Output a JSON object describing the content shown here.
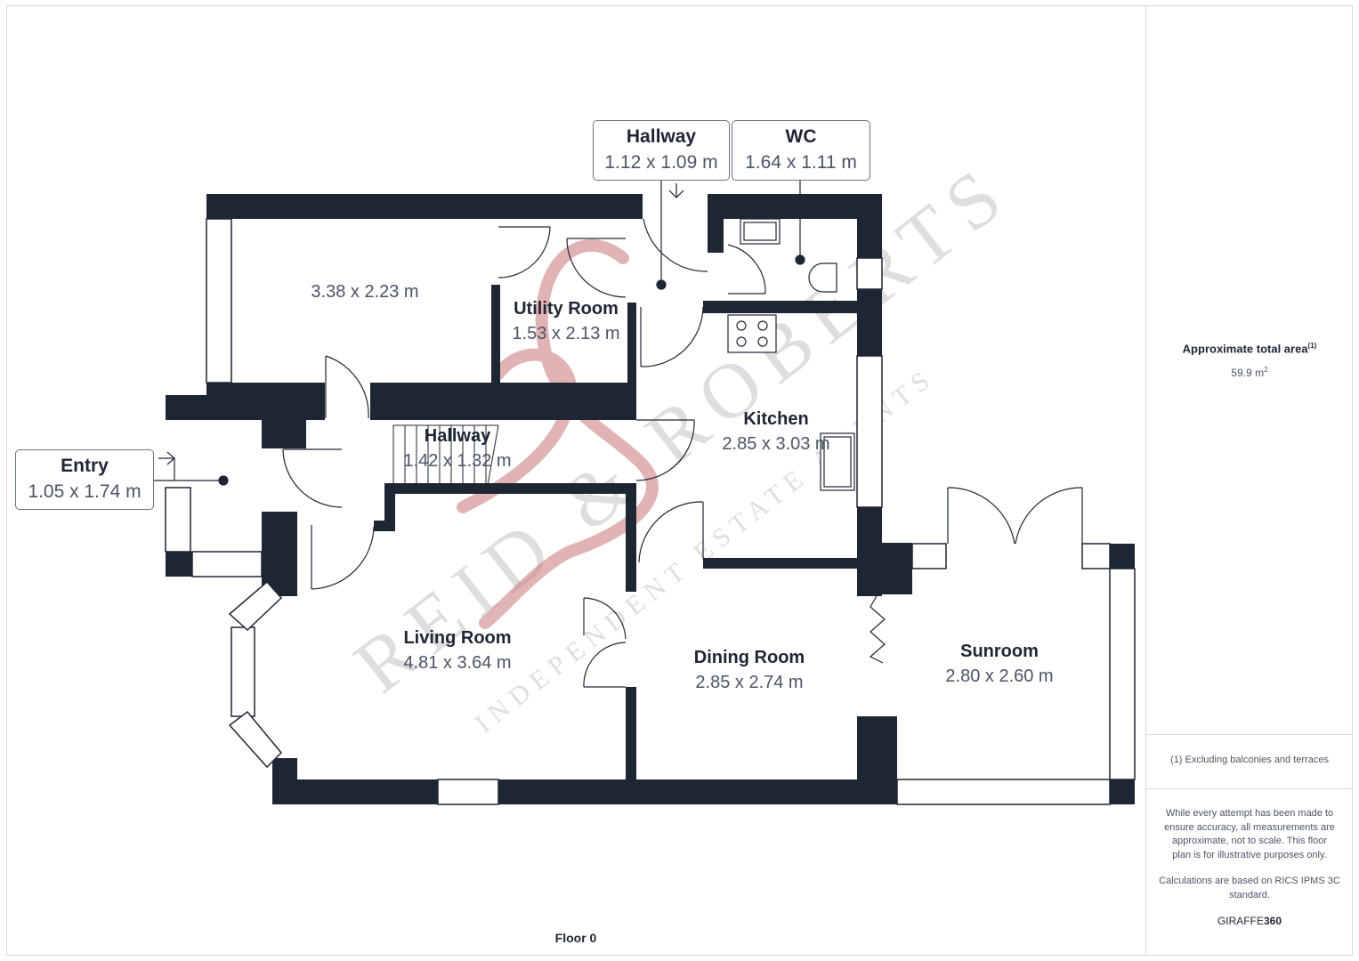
{
  "rooms": {
    "unnamed": {
      "dims": "3.38 x 2.23 m"
    },
    "utility": {
      "name": "Utility Room",
      "dims": "1.53 x 2.13 m"
    },
    "hallway_inner": {
      "name": "Hallway",
      "dims": "1.42 x 1.32 m"
    },
    "kitchen": {
      "name": "Kitchen",
      "dims": "2.85 x 3.03 m"
    },
    "living": {
      "name": "Living Room",
      "dims": "4.81 x 3.64 m"
    },
    "dining": {
      "name": "Dining Room",
      "dims": "2.85 x 2.74 m"
    },
    "sunroom": {
      "name": "Sunroom",
      "dims": "2.80 x 2.60 m"
    }
  },
  "callouts": {
    "entry": {
      "name": "Entry",
      "dims": "1.05 x 1.74 m"
    },
    "hallway_top": {
      "name": "Hallway",
      "dims": "1.12 x 1.09 m"
    },
    "wc": {
      "name": "WC",
      "dims": "1.64 x 1.11 m"
    }
  },
  "sidebar": {
    "total_title": "Approximate total area",
    "total_note_ref": "(1)",
    "total_value": "59.9 m",
    "total_unit_sup": "2",
    "footnote": "(1) Excluding balconies and terraces",
    "disclaimer": "While every attempt has been made to ensure accuracy, all measurements are approximate, not to scale. This floor plan is for illustrative purposes only.",
    "calc_note": "Calculations are based on RICS IPMS 3C standard.",
    "brand_light": "GIRAFFE",
    "brand_bold": "360"
  },
  "floor_label": "Floor 0",
  "watermark": {
    "main": "REID & ROBERTS",
    "sub": "INDEPENDENT ESTATE AGENTS"
  },
  "colors": {
    "wall": "#1e2633",
    "text": "#1e2633",
    "dims": "#4a5566",
    "watermark_logo": "#c9767a",
    "border": "#d5d8dc"
  }
}
